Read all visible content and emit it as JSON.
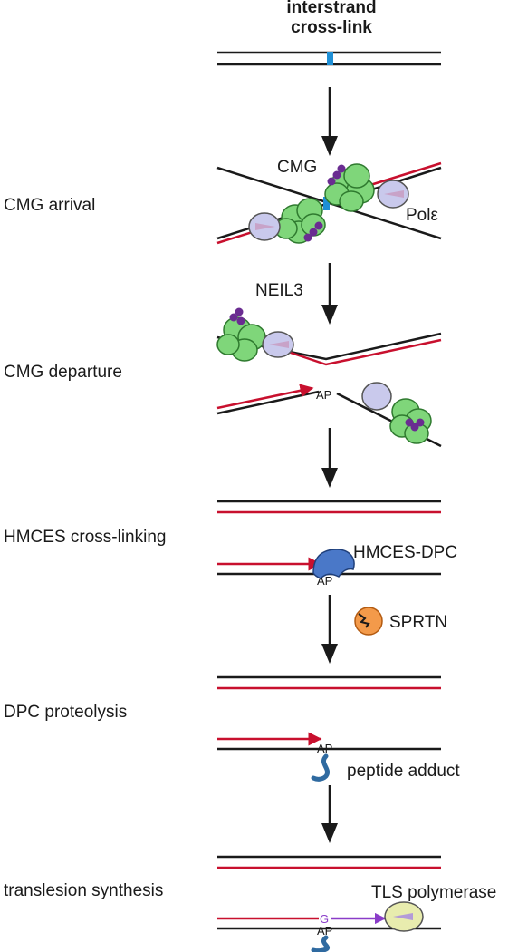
{
  "header": {
    "line1": "interstrand",
    "line2": "cross-link"
  },
  "stages": [
    {
      "label": "CMG arrival"
    },
    {
      "label": "CMG departure"
    },
    {
      "label": "HMCES cross-linking"
    },
    {
      "label": "DPC proteolysis"
    },
    {
      "label": "translesion synthesis"
    }
  ],
  "annotations": {
    "cmg": "CMG",
    "pol_epsilon": "Polε",
    "neil3": "NEIL3",
    "ap_site": "AP",
    "hmces_dpc": "HMCES-DPC",
    "sprtn": "SPRTN",
    "peptide_adduct": "peptide adduct",
    "g_base": "G",
    "tls_polymerase": "TLS polymerase"
  },
  "colors": {
    "parental_strand": "#1a1a1a",
    "nascent_strand": "#c8102e",
    "crosslink": "#1e8fd6",
    "cmg_helicase": "#7fd67a",
    "cmg_outline": "#2f7a2f",
    "ubiquitin": "#6a2c91",
    "pol_epsilon": "#c9c9ec",
    "hmces": "#4a78c8",
    "sprtn": "#f39a4a",
    "peptide": "#2f6aa0",
    "tls_polymerase": "#e8ecae",
    "g_base": "#8a3cc8"
  }
}
